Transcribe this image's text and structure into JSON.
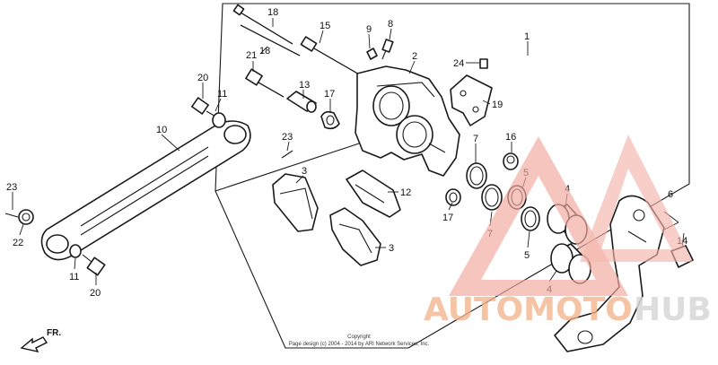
{
  "callouts": {
    "c1": "1",
    "c2": "2",
    "c3a": "3",
    "c3b": "3",
    "c4a": "4",
    "c4b": "4",
    "c5a": "5",
    "c5b": "5",
    "c6": "6",
    "c7a": "7",
    "c7b": "7",
    "c8": "8",
    "c9": "9",
    "c10": "10",
    "c11a": "11",
    "c11b": "11",
    "c12": "12",
    "c13": "13",
    "c14": "14",
    "c15": "15",
    "c16": "16",
    "c17a": "17",
    "c17b": "17",
    "c18a": "18",
    "c18b": "18",
    "c19": "19",
    "c20a": "20",
    "c20b": "20",
    "c21": "21",
    "c22": "22",
    "c23a": "23",
    "c23b": "23",
    "c24": "24"
  },
  "direction_label": "FR.",
  "copyright": {
    "line1": "Copyright",
    "line2": "Page design (c) 2004 - 2014 by ARI Network Services, Inc."
  },
  "watermark": {
    "part1": "AUTOMOTO",
    "part2": "HUB",
    "color_primary": "#f2b8a8",
    "color_secondary": "#e8e8e8"
  }
}
